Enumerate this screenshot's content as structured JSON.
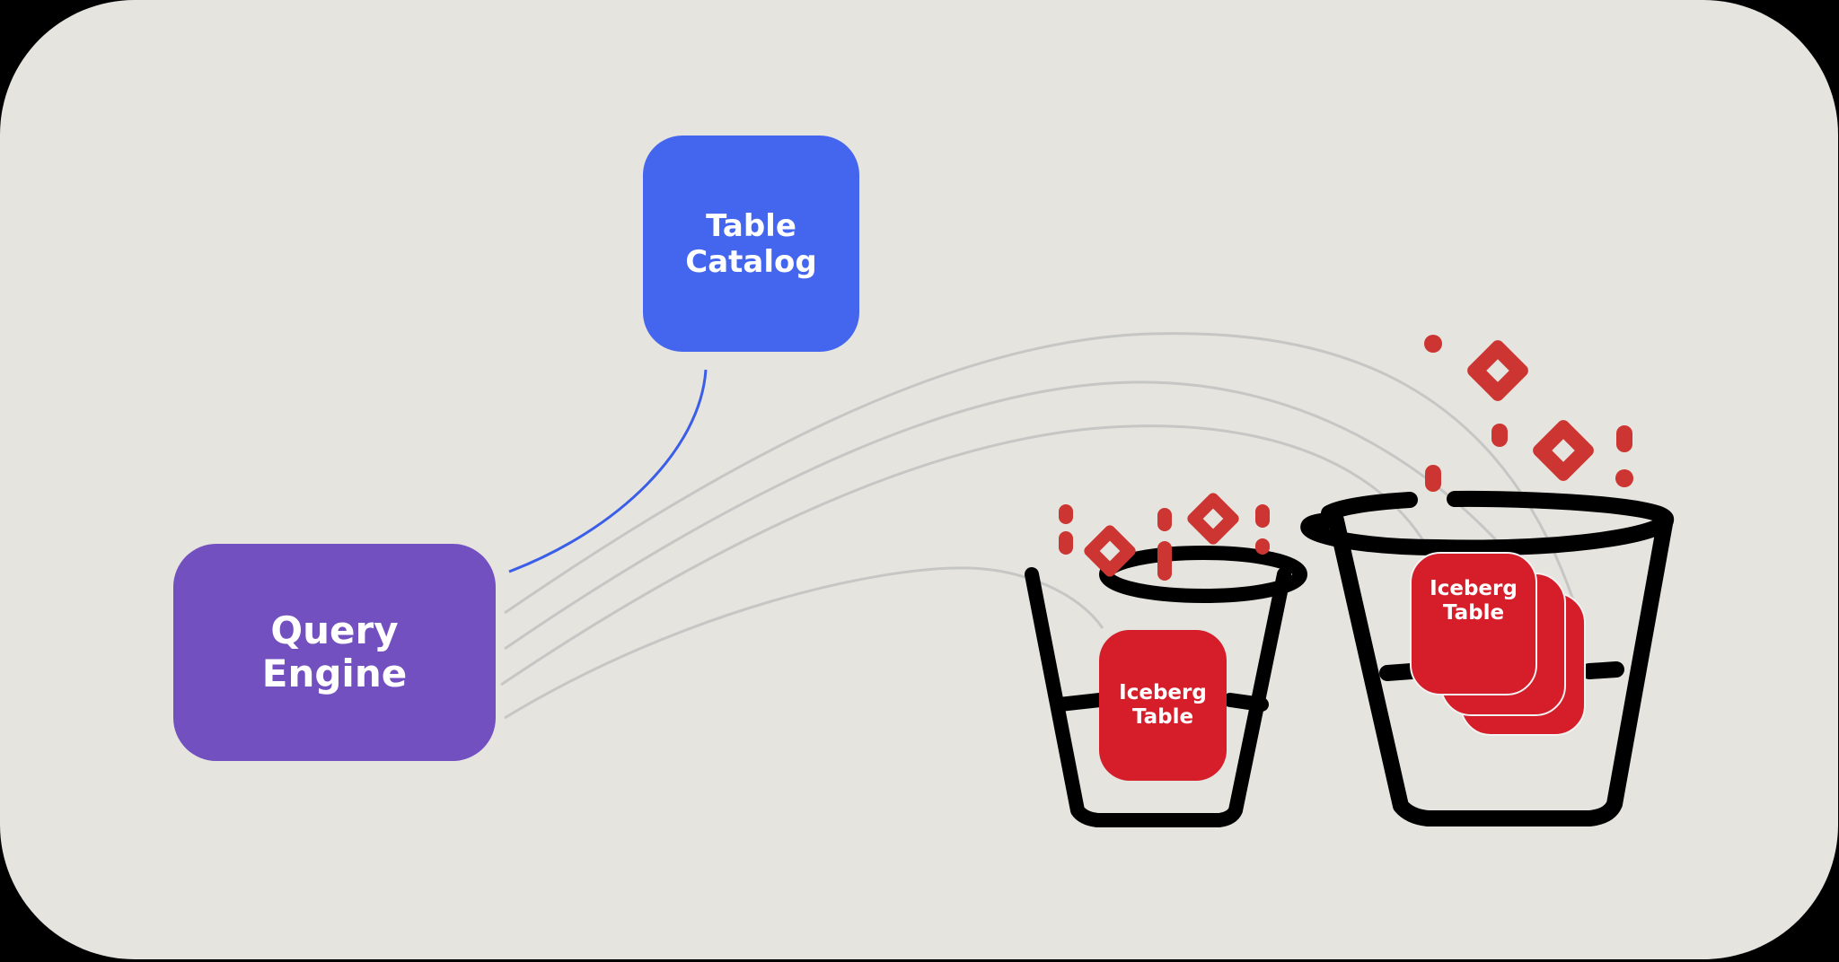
{
  "nodes": {
    "table_catalog": {
      "line1": "Table",
      "line2": "Catalog",
      "color": "#4466ee"
    },
    "query_engine": {
      "line1": "Query",
      "line2": "Engine",
      "color": "#7350c0"
    },
    "bucket_left": {
      "table": {
        "line1": "Iceberg",
        "line2": "Table"
      }
    },
    "bucket_right": {
      "table": {
        "line1": "Iceberg",
        "line2": "Table"
      },
      "stack_count": 3
    }
  },
  "connectors": {
    "catalog_link": {
      "from": "query_engine",
      "to": "table_catalog",
      "color": "#3b5ee8"
    },
    "data_links": {
      "count": 4,
      "color": "#c4c4c4"
    }
  },
  "colors": {
    "background": "#e5e4df",
    "iceberg": "#d51e2a",
    "sparkle": "#cc3531",
    "bucket": "#000000"
  }
}
